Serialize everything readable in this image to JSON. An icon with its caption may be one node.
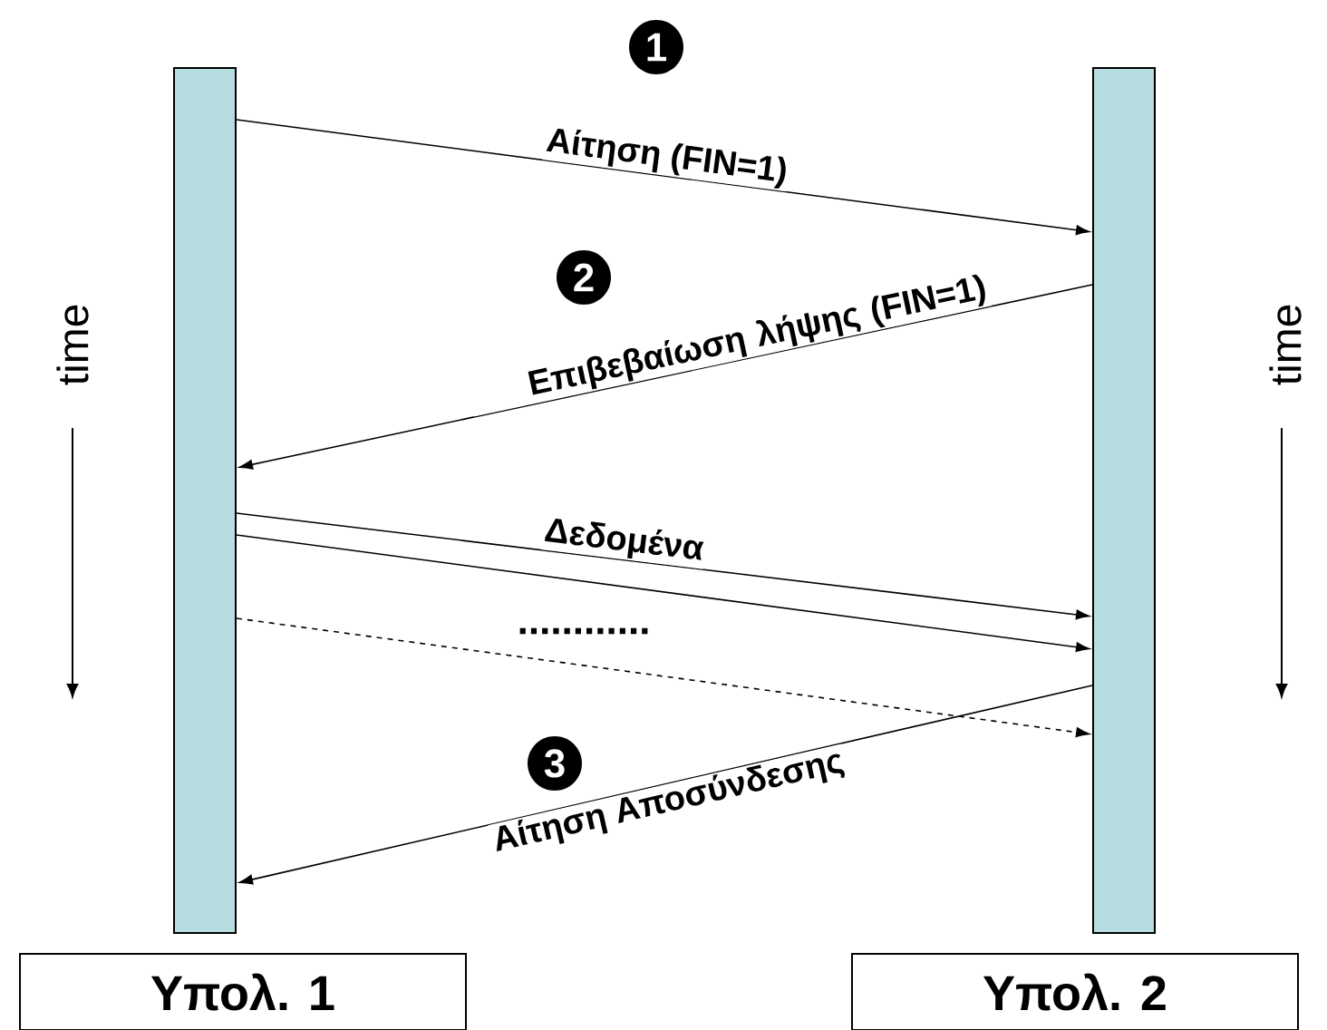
{
  "diagram": {
    "nodes": [
      {
        "text": [],
        "shape": "bar"
      },
      {
        "text": [],
        "shape": "bar"
      },
      {
        "text": [
          "Υπολ. 1"
        ]
      },
      {
        "text": [
          "Υπολ. 2"
        ]
      }
    ],
    "edges": [
      {
        "from": 0,
        "to": 1,
        "arrow": "to",
        "label": "Αίτηση (FIN=1)"
      },
      {
        "from": 1,
        "to": 0,
        "arrow": "to",
        "label": "Επιβεβαίωση λήψης (FIN=1)"
      },
      {
        "from": 0,
        "to": 1,
        "arrow": "to",
        "label": "Δεδομένα"
      },
      {
        "from": 0,
        "to": 1,
        "arrow": "to"
      },
      {
        "from": 0,
        "to": 1,
        "arrow": "to",
        "style": "dashed"
      },
      {
        "from": 1,
        "to": 0,
        "arrow": "to",
        "label": "Αίτηση Αποσύνδεσης"
      }
    ],
    "labels": [
      "1",
      "2",
      "time",
      "time",
      "............",
      "3"
    ]
  }
}
